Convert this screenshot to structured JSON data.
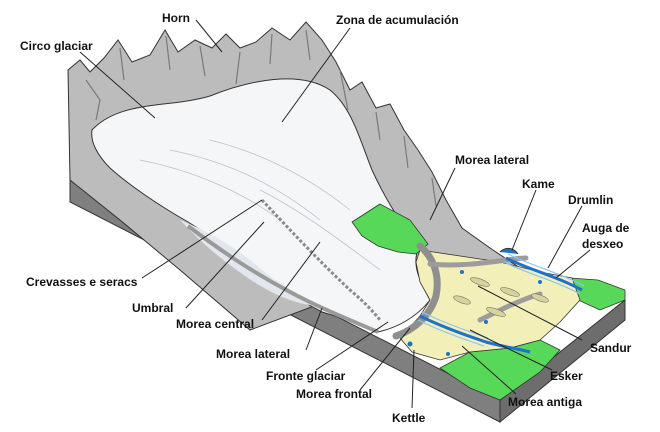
{
  "labels": {
    "horn": "Horn",
    "zona_acumulacion": "Zona de acumulación",
    "circo_glaciar": "Circo glaciar",
    "morea_lateral_top": "Morea lateral",
    "kame": "Kame",
    "drumlin": "Drumlin",
    "auga_line1": "Auga de",
    "auga_line2": "desxeo",
    "crevasses": "Crevasses e seracs",
    "umbral": "Umbral",
    "morea_central": "Morea central",
    "sandur": "Sandur",
    "morea_lateral_bottom": "Morea lateral",
    "fronte_glaciar": "Fronte glaciar",
    "esker": "Esker",
    "morea_frontal": "Morea frontal",
    "morea_antiga": "Morea antiga",
    "kettle": "Kettle"
  },
  "colors": {
    "outline": "#333333",
    "rock": "#b9b9b9",
    "rock_dark": "#8a8a8a",
    "ice": "#f4f6f8",
    "ice_shade": "#e1e7ec",
    "grass": "#58d858",
    "sand": "#f3efb9",
    "moraine": "#a9a9a9",
    "water": "#1e73c8",
    "water_light": "#8fc4ec"
  }
}
